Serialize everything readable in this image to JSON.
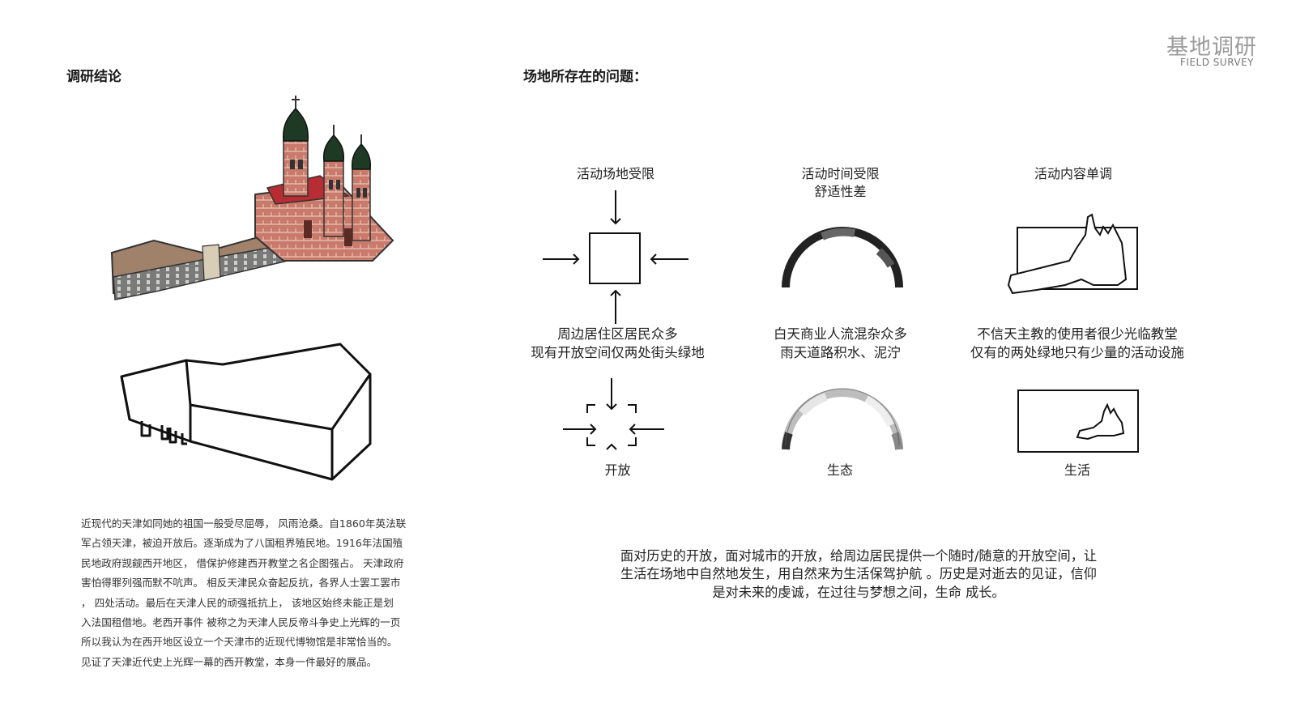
{
  "brand": {
    "title_cn": "基地调研",
    "title_en": "FIELD SURVEY"
  },
  "left": {
    "heading": "调研结论",
    "paragraph": "近现代的天津如同她的祖国一般受尽屈辱， 风雨沧桑。自1860年英法联\n军占领天津，被迫开放后。逐渐成为了八国租界殖民地。1916年法国殖\n民地政府觊觎西开地区， 借保护修建西开教堂之名企图强占。 天津政府\n害怕得罪列强而默不吭声。 相反天津民众奋起反抗，各界人士罢工罢市\n， 四处活动。最后在天津人民的顽强抵抗上，   该地区始终未能正是划\n入法国租借地。老西开事件 被称之为天津人民反帝斗争史上光辉的一页\n所以我认为在西开地区设立一个天津市的近现代博物馆是非常恰当的。\n见证了天津近代史上光辉一幕的西开教堂，本身一件最好的展品。"
  },
  "right": {
    "heading": "场地所存在的问题：",
    "columns": [
      {
        "problem": "活动场地受限",
        "detail": "周边居住区居民众多\n现有开放空间仅两处街头绿地",
        "solution": "开放",
        "icon": "space-arrows-icon"
      },
      {
        "problem": "活动时间受限\n舒适性差",
        "detail": "白天商业人流混杂众多\n雨天道路积水、泥泞",
        "solution": "生态",
        "icon": "arc-gauge-icon"
      },
      {
        "problem": "活动内容单调",
        "detail": "不信天主教的使用者很少光临教堂\n仅有的两处绿地只有少量的活动设施",
        "solution": "生活",
        "icon": "church-silhouette-icon"
      }
    ],
    "summary": "面对历史的开放，面对城市的开放，给周边居民提供一个随时/随意的开放空间，让\n生活在场地中自然地发生，用自然来为生活保驾护航 。历史是对逝去的见证，信仰\n是对未来的虔诚，在过往与梦想之间，生命  成长。"
  },
  "colors": {
    "brick": "#c26a5e",
    "roof": "#b82d33",
    "dome": "#1f3a24",
    "annex_roof": "#8a6a52",
    "gray_text": "#9b9b9b"
  }
}
